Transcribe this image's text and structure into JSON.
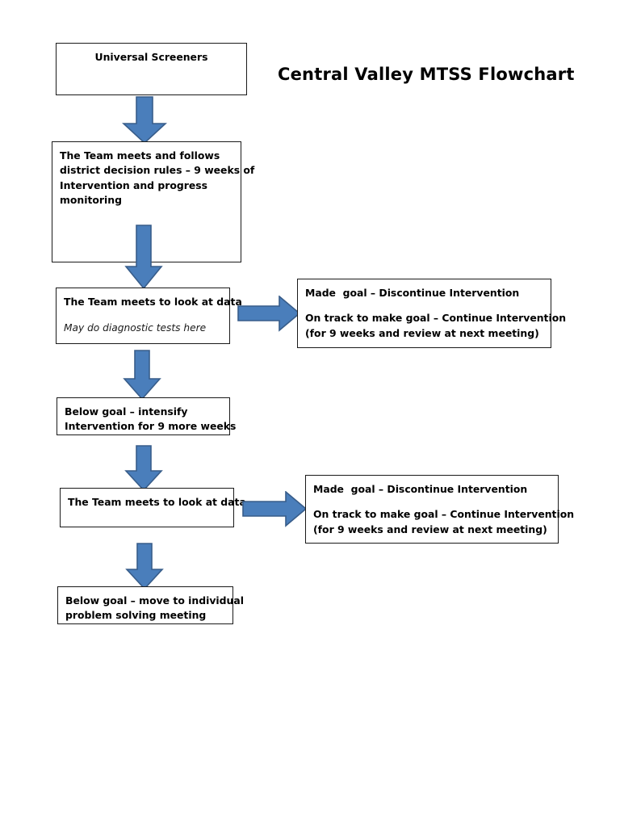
{
  "title": "Central Valley MTSS Flowchart",
  "colors": {
    "arrow_fill": "#4a7ebb",
    "arrow_stroke": "#385d8a",
    "box_border": "#1a1a1a",
    "background": "#ffffff",
    "text": "#000000"
  },
  "nodes": {
    "universal_screeners": {
      "label": "Universal Screeners"
    },
    "team_meets_follows": {
      "line1": "The Team meets and follows",
      "line2": "district decision rules – 9 weeks of",
      "line3": "Intervention and progress",
      "line4": "monitoring"
    },
    "team_looks_data_1": {
      "line1": "The Team meets to look at data",
      "note": "May do diagnostic tests here"
    },
    "outcome_1": {
      "line1": "Made  goal – Discontinue Intervention",
      "line2": "On track to make goal – Continue Intervention",
      "line3": "(for 9 weeks and review at next meeting)"
    },
    "below_goal_intensify": {
      "line1": "Below goal – intensify",
      "line2": "Intervention for 9 more weeks"
    },
    "team_looks_data_2": {
      "line1": "The Team meets to look at data"
    },
    "outcome_2": {
      "line1": "Made  goal – Discontinue Intervention",
      "line2": "On track to make goal – Continue Intervention",
      "line3": "(for 9 weeks and review at next meeting)"
    },
    "below_goal_move": {
      "line1": "Below goal – move to individual",
      "line2": "problem solving meeting"
    }
  },
  "connectors": [
    {
      "name": "down-arrow-1",
      "direction": "down",
      "from": "universal_screeners",
      "to": "team_meets_follows"
    },
    {
      "name": "down-arrow-2",
      "direction": "down",
      "from": "team_meets_follows",
      "to": "team_looks_data_1"
    },
    {
      "name": "right-arrow-1",
      "direction": "right",
      "from": "team_looks_data_1",
      "to": "outcome_1"
    },
    {
      "name": "down-arrow-3",
      "direction": "down",
      "from": "team_looks_data_1",
      "to": "below_goal_intensify"
    },
    {
      "name": "down-arrow-4",
      "direction": "down",
      "from": "below_goal_intensify",
      "to": "team_looks_data_2"
    },
    {
      "name": "right-arrow-2",
      "direction": "right",
      "from": "team_looks_data_2",
      "to": "outcome_2"
    },
    {
      "name": "down-arrow-5",
      "direction": "down",
      "from": "team_looks_data_2",
      "to": "below_goal_move"
    }
  ]
}
